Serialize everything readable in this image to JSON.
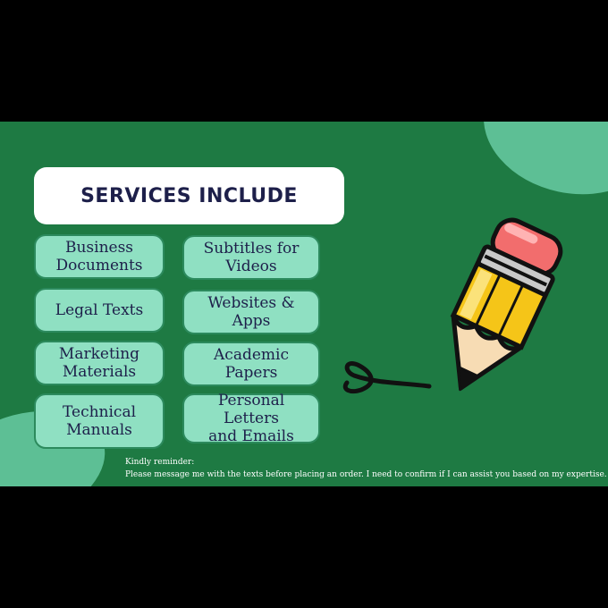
{
  "title": "SERVICES INCLUDE",
  "services_left": [
    "Business\nDocuments",
    "Legal Texts",
    "Marketing\nMaterials",
    "Technical\nManuals"
  ],
  "services_right": [
    "Subtitles for\nVideos",
    "Websites & Apps",
    "Academic Papers",
    "Personal Letters\nand Emails"
  ],
  "reminder": {
    "heading": "Kindly reminder:",
    "body": "Please message me with the texts before placing an order.  I need to confirm if I can assist you based on my expertise."
  },
  "colors": {
    "banner": "#1e7a43",
    "blob": "#5dbf95",
    "pill": "#8fe0c2",
    "title_text": "#1d1f4a"
  },
  "icons": [
    "pencil-icon"
  ]
}
